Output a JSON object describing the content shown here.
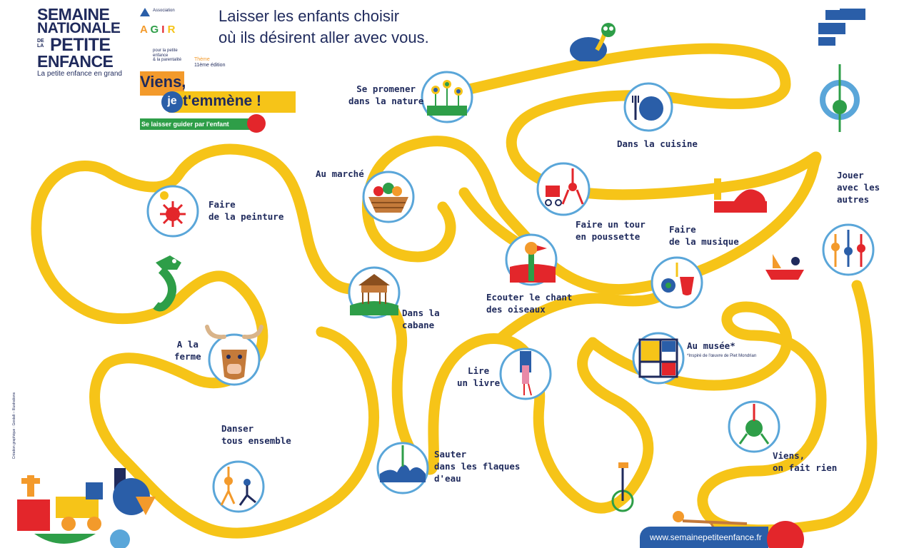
{
  "header": {
    "logo_words": [
      "SEMAINE",
      "NATIONALE",
      "DE LA",
      "PETITE",
      "ENFANCE"
    ],
    "logo_tagline": "La petite enfance en grand",
    "association_label": "Association",
    "agir_letters": [
      "A",
      "G",
      "I",
      "R"
    ],
    "association_sub": "pour la petite enfance\n& la parentalité",
    "theme_line1": "Thème",
    "theme_line2": "11ème édition",
    "banner_line1": "Viens,",
    "banner_je": "je",
    "banner_line2": "t'emmène !",
    "banner_sub": "Se laisser guider par l'enfant",
    "headline": "Laisser les enfants choisir\noù ils désirent aller avec vous."
  },
  "stops": [
    {
      "id": "promener",
      "label": "Se promener\ndans la nature"
    },
    {
      "id": "cuisine",
      "label": "Dans la cuisine"
    },
    {
      "id": "marche",
      "label": "Au marché"
    },
    {
      "id": "peinture",
      "label": "Faire\nde la peinture"
    },
    {
      "id": "poussette",
      "label": "Faire un tour\nen poussette"
    },
    {
      "id": "musique",
      "label": "Faire\nde la musique"
    },
    {
      "id": "jouer",
      "label": "Jouer\navec les\nautres"
    },
    {
      "id": "cabane",
      "label": "Dans la\ncabane"
    },
    {
      "id": "oiseaux",
      "label": "Ecouter le chant\ndes oiseaux"
    },
    {
      "id": "ferme",
      "label": "A la\nferme"
    },
    {
      "id": "musee",
      "label": "Au musée*"
    },
    {
      "id": "lire",
      "label": "Lire\nun livre"
    },
    {
      "id": "danser",
      "label": "Danser\ntous ensemble"
    },
    {
      "id": "sauter",
      "label": "Sauter\ndans les flaques\nd'eau"
    },
    {
      "id": "rien",
      "label": "Viens,\non fait rien"
    }
  ],
  "museum_note": "*Inspiré de l'œuvre de Piet Mondrian",
  "footer": {
    "url": "www.semainepetiteenfance.fr",
    "side_credit": "Création graphique : Gestalt – Illustrations"
  },
  "colors": {
    "road": "#f6c418",
    "navy": "#1f2a5c",
    "ring": "#5aa6d9",
    "red": "#e3262b",
    "green": "#2e9e48",
    "blue": "#2a5ea8",
    "orange": "#f39a2b"
  },
  "icons": [
    "flower-icon",
    "plate-icon",
    "basket-icon",
    "sun-icon",
    "stroller-icon",
    "music-icon",
    "kids-icon",
    "hut-icon",
    "bird-icon",
    "cow-icon",
    "mondrian-icon",
    "book-icon",
    "dancers-icon",
    "splash-icon",
    "frog-icon",
    "dragon-icon",
    "snail-icon",
    "bike-icon"
  ]
}
